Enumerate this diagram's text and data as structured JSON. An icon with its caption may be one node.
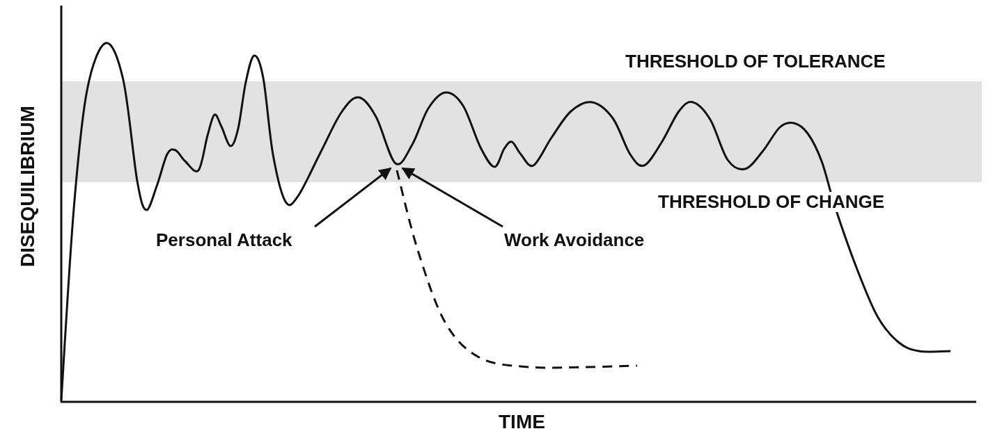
{
  "diagram": {
    "nodes": [
      {
        "text": [
          "Personal Attack"
        ]
      },
      {
        "text": [
          "Work Avoidance"
        ]
      }
    ],
    "edges": [
      {
        "from": 0,
        "to": null,
        "arrow": "to"
      },
      {
        "from": 1,
        "to": null,
        "arrow": "to"
      }
    ],
    "labels": [
      "THRESHOLD OF TOLERANCE",
      "THRESHOLD OF CHANGE",
      "DISEQUILIBRIUM",
      "TIME"
    ]
  }
}
